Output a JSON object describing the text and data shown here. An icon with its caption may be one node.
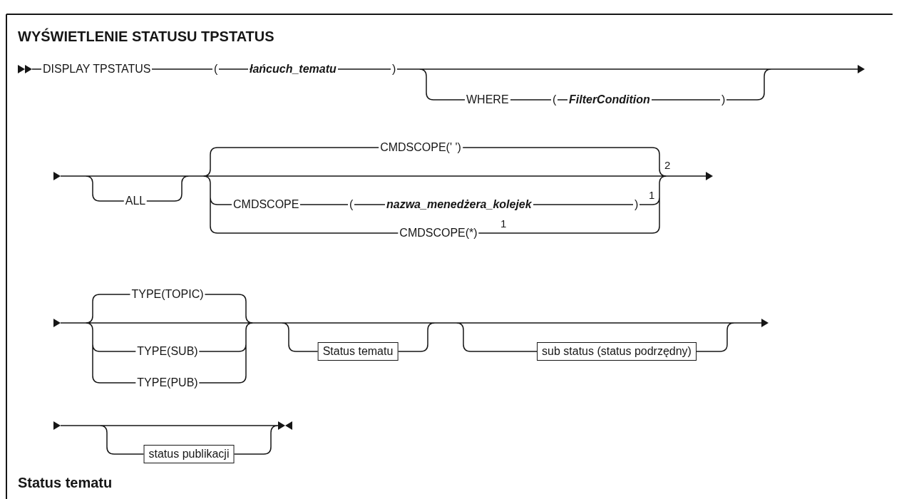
{
  "diagram": {
    "title": "WYŚWIETLENIE STATUSU TPSTATUS",
    "nodes": [
      {
        "text": [
          "Status tematu"
        ]
      },
      {
        "text": [
          "sub status (status podrzędny)"
        ]
      },
      {
        "text": [
          "status publikacji"
        ]
      }
    ],
    "labels": [
      "DISPLAY TPSTATUS",
      "(",
      "łańcuch_tematu",
      ")",
      "WHERE",
      "(",
      "FilterCondition",
      ")",
      "CMDSCOPE(' ')",
      "2",
      "ALL",
      "CMDSCOPE",
      "(",
      "nazwa_menedżera_kolejek",
      ")",
      "1",
      "CMDSCOPE(*)",
      "1",
      "TYPE(TOPIC)",
      "TYPE(SUB)",
      "TYPE(PUB)",
      "Status tematu"
    ]
  }
}
